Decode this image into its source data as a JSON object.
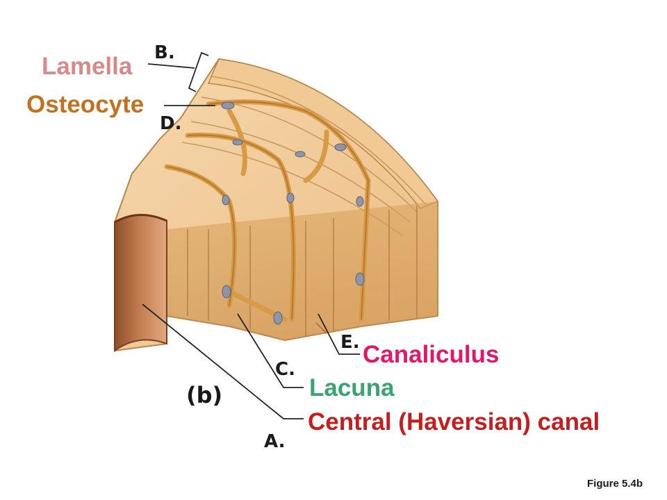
{
  "labels": {
    "lamella": "Lamella",
    "osteocyte": "Osteocyte",
    "canaliculus": "Canaliculus",
    "lacuna": "Lacuna",
    "central_canal": "Central (Haversian) canal"
  },
  "letters": {
    "a": "A.",
    "b": "B.",
    "c": "C.",
    "d": "D.",
    "e": "E."
  },
  "panel_label": "(b)",
  "figure_caption": "Figure 5.4b",
  "colors": {
    "lamella": "#d68a8a",
    "osteocyte": "#c5701f",
    "canaliculus": "#e0186c",
    "lacuna": "#3aa371",
    "central_canal": "#c41e1e",
    "bone": "#f3cf9f",
    "bone_dark": "#c89a5e",
    "cell_body": "#d9a24d",
    "nucleus": "#8f94a8",
    "canal_inner": "#b36a40"
  }
}
